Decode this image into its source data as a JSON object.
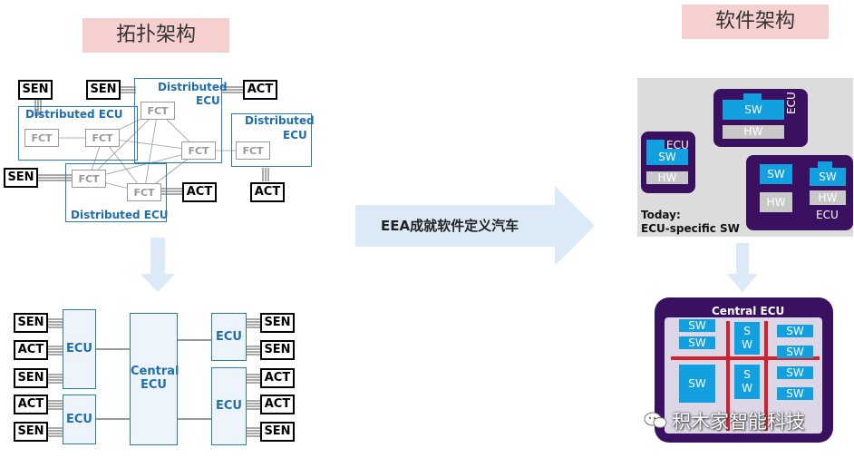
{
  "titles": {
    "topology": "拓扑架构",
    "software": "软件架构"
  },
  "arrow_text": "EEA成就软件定义汽车",
  "labels": {
    "sen": "SEN",
    "act": "ACT",
    "fct": "FCT",
    "ecu": "ECU",
    "dist_one_line": "Distributed ECU",
    "dist_line1": "Distributed",
    "dist_line2": "ECU",
    "central_line1": "Central",
    "central_line2": "ECU",
    "sw": "SW",
    "hw": "HW",
    "s": "S",
    "w": "W"
  },
  "today": {
    "line1": "Today:",
    "line2": "ECU-specific SW"
  },
  "central_ecu_title": "Central ECU",
  "watermark": "积木家智能科技",
  "colors": {
    "title_bg": "#f6cfcf",
    "blue": "#2b7bb9",
    "purple": "#3a1160",
    "sw": "#12a0e0",
    "red": "#d4202a",
    "arrow": "#dce9f6"
  }
}
